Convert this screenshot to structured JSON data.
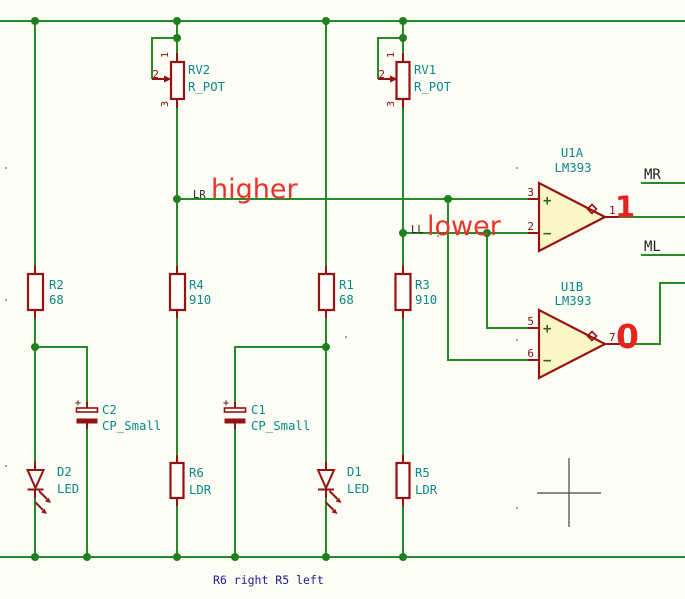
{
  "palette": {
    "wire_green": "#268a26",
    "junction_green": "#1f7f1f",
    "component_maroon": "#941212",
    "label_teal": "#0b8989",
    "pin_number_maroon": "#7a1010",
    "net_label_black": "#222222",
    "annotation_red": "#e8342c",
    "note_blue": "#1b1b96",
    "opamp_fill_yellow": "#fbf7c5",
    "background": "#fdfcf5"
  },
  "components": {
    "rv2": {
      "ref": "RV2",
      "value": "R_POT",
      "pin1": "1",
      "pin2": "2",
      "pin3": "3"
    },
    "rv1": {
      "ref": "RV1",
      "value": "R_POT",
      "pin1": "1",
      "pin2": "2",
      "pin3": "3"
    },
    "r2": {
      "ref": "R2",
      "value": "68"
    },
    "r4": {
      "ref": "R4",
      "value": "910"
    },
    "r1": {
      "ref": "R1",
      "value": "68"
    },
    "r3": {
      "ref": "R3",
      "value": "910"
    },
    "c2": {
      "ref": "C2",
      "value": "CP_Small",
      "polarity": "+"
    },
    "c1": {
      "ref": "C1",
      "value": "CP_Small",
      "polarity": "+"
    },
    "d2": {
      "ref": "D2",
      "value": "LED"
    },
    "d1": {
      "ref": "D1",
      "value": "LED"
    },
    "r6": {
      "ref": "R6",
      "value": "LDR"
    },
    "r5": {
      "ref": "R5",
      "value": "LDR"
    },
    "u1a": {
      "ref": "U1A",
      "part": "LM393",
      "pin_noninv": "3",
      "pin_inv": "2",
      "pin_out": "1",
      "plus_sign": "+",
      "minus_sign": "−"
    },
    "u1b": {
      "ref": "U1B",
      "part": "LM393",
      "pin_noninv": "5",
      "pin_inv": "6",
      "pin_out": "7",
      "plus_sign": "+",
      "minus_sign": "−"
    }
  },
  "net_labels": {
    "lr": "LR",
    "ll": "LL",
    "mr": "MR",
    "ml": "ML"
  },
  "annotations": {
    "higher": "higher",
    "lower": "lower",
    "u1a_output_state": "1",
    "u1b_output_state": "0"
  },
  "note_text": "R6 right  R5 left"
}
